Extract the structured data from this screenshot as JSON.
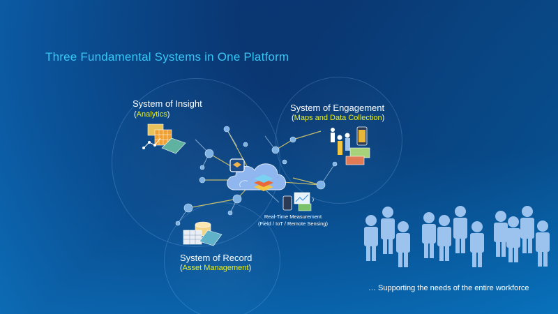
{
  "title": "Three Fundamental Systems in One Platform",
  "systems": {
    "insight": {
      "name": "System of Insight",
      "sub_open": "(",
      "sub": "Analytics",
      "sub_close": ")"
    },
    "engagement": {
      "name": "System of Engagement",
      "sub_open": "(",
      "sub": "Maps and Data Collection",
      "sub_close": ")"
    },
    "record": {
      "name": "System of Record",
      "sub_open": "(",
      "sub": "Asset Management",
      "sub_close": ")"
    }
  },
  "realtime": {
    "line1": "Real-Time Measurement",
    "line2": "(Field / IoT / Remote Sensing)"
  },
  "tagline": "… Supporting  the needs of the entire workforce",
  "colors": {
    "accent_title": "#38c6f4",
    "highlight": "#e6f02c",
    "node": "#7fb3e6",
    "line": "#d9c96a",
    "people": "#9cc3ee"
  }
}
